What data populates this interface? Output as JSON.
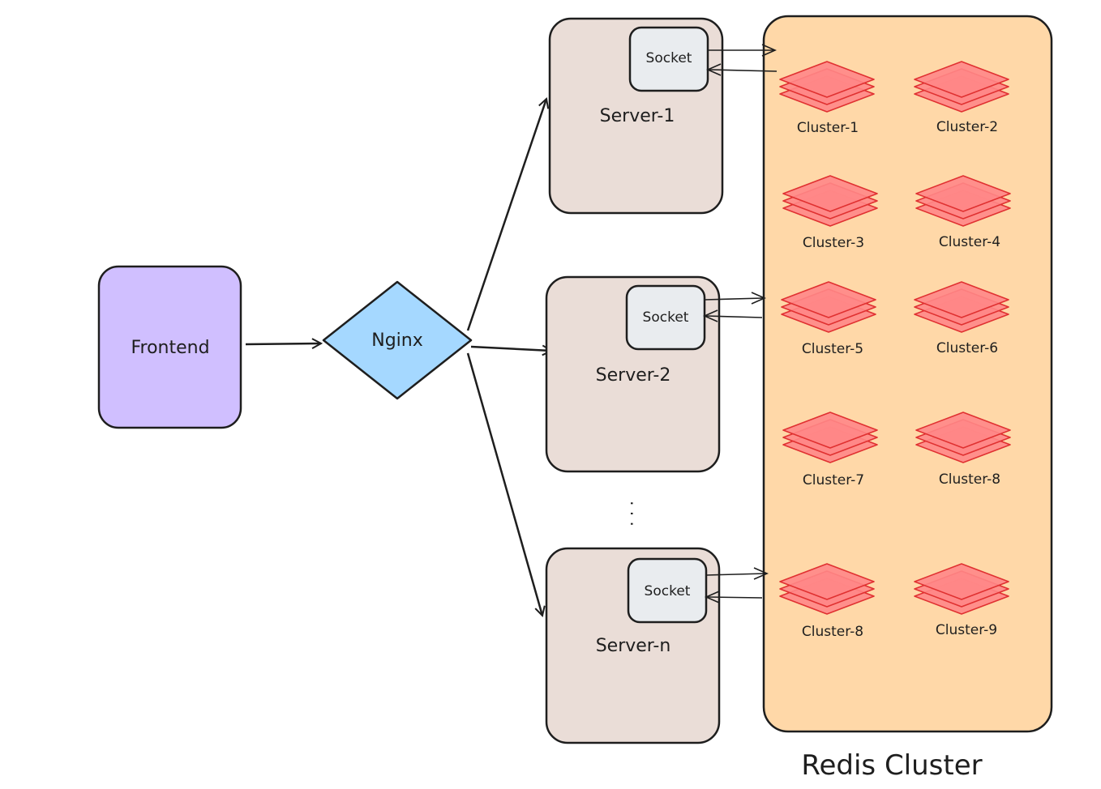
{
  "frontend": {
    "label": "Frontend"
  },
  "nginx": {
    "label": "Nginx"
  },
  "servers": [
    {
      "label": "Server-1",
      "socket_label": "Socket"
    },
    {
      "label": "Server-2",
      "socket_label": "Socket"
    },
    {
      "label": "Server-n",
      "socket_label": "Socket"
    }
  ],
  "ellipsis": "· · ·",
  "redis": {
    "title": "Redis Cluster",
    "clusters": [
      {
        "label": "Cluster-1"
      },
      {
        "label": "Cluster-2"
      },
      {
        "label": "Cluster-3"
      },
      {
        "label": "Cluster-4"
      },
      {
        "label": "Cluster-5"
      },
      {
        "label": "Cluster-6"
      },
      {
        "label": "Cluster-7"
      },
      {
        "label": "Cluster-8"
      },
      {
        "label": "Cluster-8"
      },
      {
        "label": "Cluster-9"
      }
    ]
  },
  "colors": {
    "frontend": "#d0bfff",
    "nginx": "#a5d8ff",
    "server": "#eaddd7",
    "socket": "#e9ecef",
    "redis_bg": "#ffd8a8",
    "cluster_fill": "#ff8787",
    "cluster_stroke": "#e03131",
    "stroke": "#1e1e1e"
  }
}
